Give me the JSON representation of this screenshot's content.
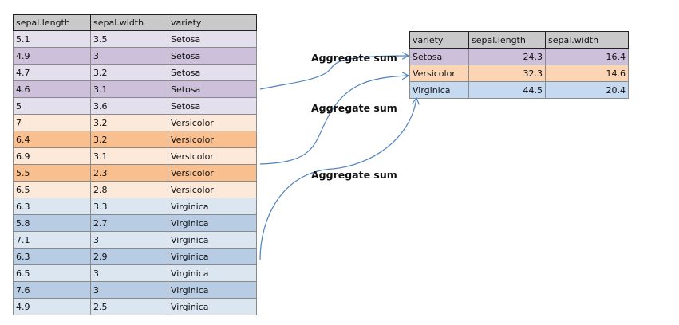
{
  "source_table": {
    "headers": [
      "sepal.length",
      "sepal.width",
      "variety"
    ],
    "rows": [
      [
        "5.1",
        "3.5",
        "Setosa"
      ],
      [
        "4.9",
        "3",
        "Setosa"
      ],
      [
        "4.7",
        "3.2",
        "Setosa"
      ],
      [
        "4.6",
        "3.1",
        "Setosa"
      ],
      [
        "5",
        "3.6",
        "Setosa"
      ],
      [
        "7",
        "3.2",
        "Versicolor"
      ],
      [
        "6.4",
        "3.2",
        "Versicolor"
      ],
      [
        "6.9",
        "3.1",
        "Versicolor"
      ],
      [
        "5.5",
        "2.3",
        "Versicolor"
      ],
      [
        "6.5",
        "2.8",
        "Versicolor"
      ],
      [
        "6.3",
        "3.3",
        "Virginica"
      ],
      [
        "5.8",
        "2.7",
        "Virginica"
      ],
      [
        "7.1",
        "3",
        "Virginica"
      ],
      [
        "6.3",
        "2.9",
        "Virginica"
      ],
      [
        "6.5",
        "3",
        "Virginica"
      ],
      [
        "7.6",
        "3",
        "Virginica"
      ],
      [
        "4.9",
        "2.5",
        "Virginica"
      ]
    ]
  },
  "result_table": {
    "headers": [
      "variety",
      "sepal.length",
      "sepal.width"
    ],
    "rows": [
      [
        "Setosa",
        "24.3",
        "16.4"
      ],
      [
        "Versicolor",
        "32.3",
        "14.6"
      ],
      [
        "Virginica",
        "44.5",
        "20.4"
      ]
    ]
  },
  "labels": {
    "agg1": "Aggregate sum",
    "agg2": "Aggregate sum",
    "agg3": "Aggregate sum"
  },
  "colors": {
    "arrow": "#4f81bd",
    "setosa": "#ccc0da",
    "versicolor": "#fabf8f",
    "virginica": "#b8cce4"
  }
}
